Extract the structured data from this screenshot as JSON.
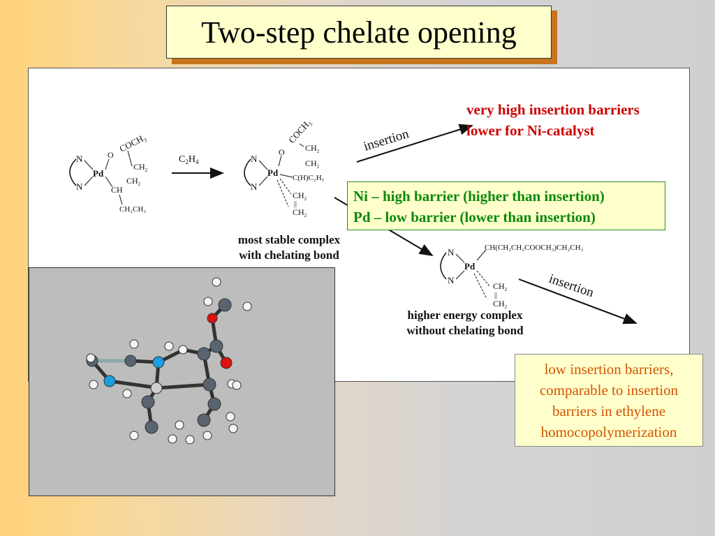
{
  "title": "Two-step chelate opening",
  "notes": {
    "red_line1": "very high insertion barriers",
    "red_line2": "lower for Ni-catalyst",
    "green_line1": "Ni – high barrier (higher than insertion)",
    "green_line2": "Pd – low barrier (lower than insertion)",
    "orange_line1": "low insertion barriers,",
    "orange_line2": "comparable to insertion",
    "orange_line3": "barriers in ethylene",
    "orange_line4": "homocopolymerization"
  },
  "captions": {
    "stable1": "most stable complex",
    "stable2": "with chelating bond",
    "higher1": "higher energy complex",
    "higher2": "without chelating bond"
  },
  "scheme": {
    "N": "N",
    "Pd": "Pd",
    "O": "O",
    "COCH3": "COCH",
    "sub3": "3",
    "CH2": "CH",
    "sub2": "2",
    "CH": "CH",
    "CH2CH3": "CH₂CH₃",
    "C2H4": "C",
    "C2H4_sub": "2",
    "C2H4_H": "H",
    "C2H4_sub2": "4",
    "CHC2H5": "C(H)C₂H₅",
    "insertion": "insertion",
    "longchain": "CH(CH₂CH₂COOCH₃)CH₂CH₃",
    "double_bond": "||"
  },
  "colors": {
    "title_bg": "#ffffcc",
    "title_shadow": "#c8731e",
    "red": "#cc0000",
    "green": "#0b8a0b",
    "orange": "#d35400",
    "carbon": "#5a6470",
    "nitrogen": "#1aa0e0",
    "oxygen": "#dd1111",
    "hydrogen": "#f4f4f4",
    "palladium": "#cfcfcf"
  }
}
